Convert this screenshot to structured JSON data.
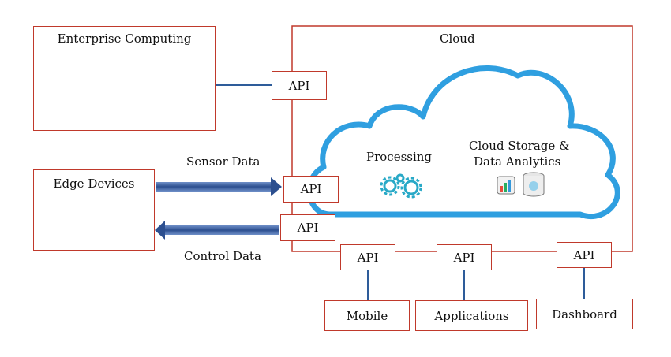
{
  "enterprise": {
    "title": "Enterprise Computing"
  },
  "edge": {
    "title": "Edge Devices"
  },
  "cloud": {
    "title": "Cloud",
    "processing": "Processing",
    "storage_line1": "Cloud Storage &",
    "storage_line2": "Data Analytics"
  },
  "flows": {
    "sensor": "Sensor Data",
    "control": "Control Data"
  },
  "api_label": "API",
  "clients": {
    "mobile": "Mobile",
    "applications": "Applications",
    "dashboard": "Dashboard"
  },
  "colors": {
    "border": "#c0392b",
    "link": "#2e5c9a",
    "cloud_outline": "#2f9fe0",
    "arrow": "#3c5f9c",
    "gear": "#28a9c7"
  }
}
